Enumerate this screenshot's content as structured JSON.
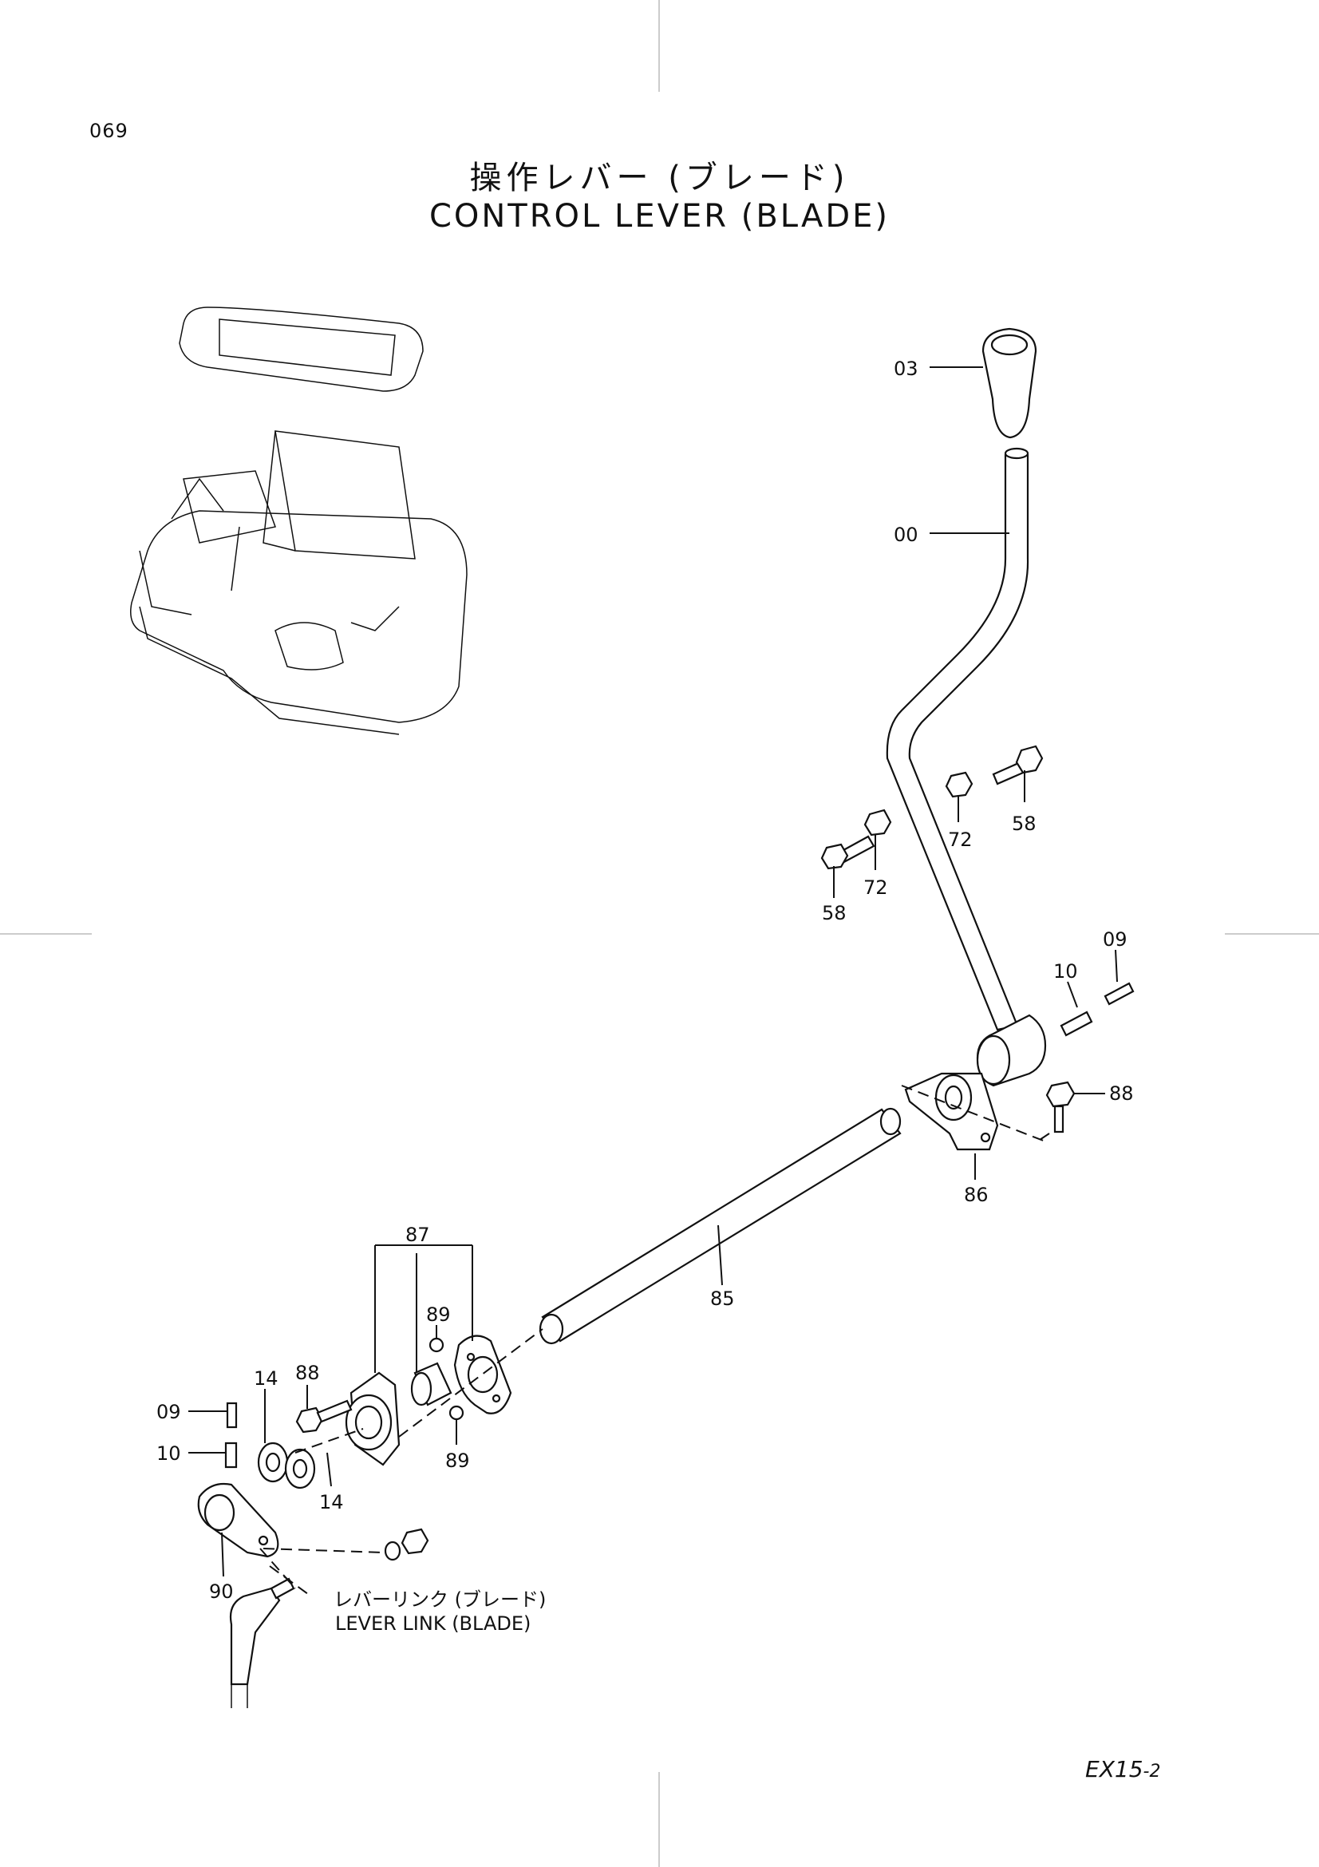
{
  "page_number": "069",
  "title_jp": "操作レバー (ブレード)",
  "title_en": "CONTROL LEVER (BLADE)",
  "model": {
    "main": "EX15",
    "suffix": "-2"
  },
  "callouts": {
    "c03": "03",
    "c00": "00",
    "c58a": "58",
    "c72a": "72",
    "c58b": "58",
    "c72b": "72",
    "c09a": "09",
    "c10a": "10",
    "c88a": "88",
    "c86": "86",
    "c85": "85",
    "c87": "87",
    "c89a": "89",
    "c89b": "89",
    "c88b": "88",
    "c14a": "14",
    "c14b": "14",
    "c09b": "09",
    "c10b": "10",
    "c90": "90"
  },
  "sub_assembly": {
    "jp": "レバーリンク (ブレード)",
    "en": "LEVER LINK (BLADE)"
  }
}
